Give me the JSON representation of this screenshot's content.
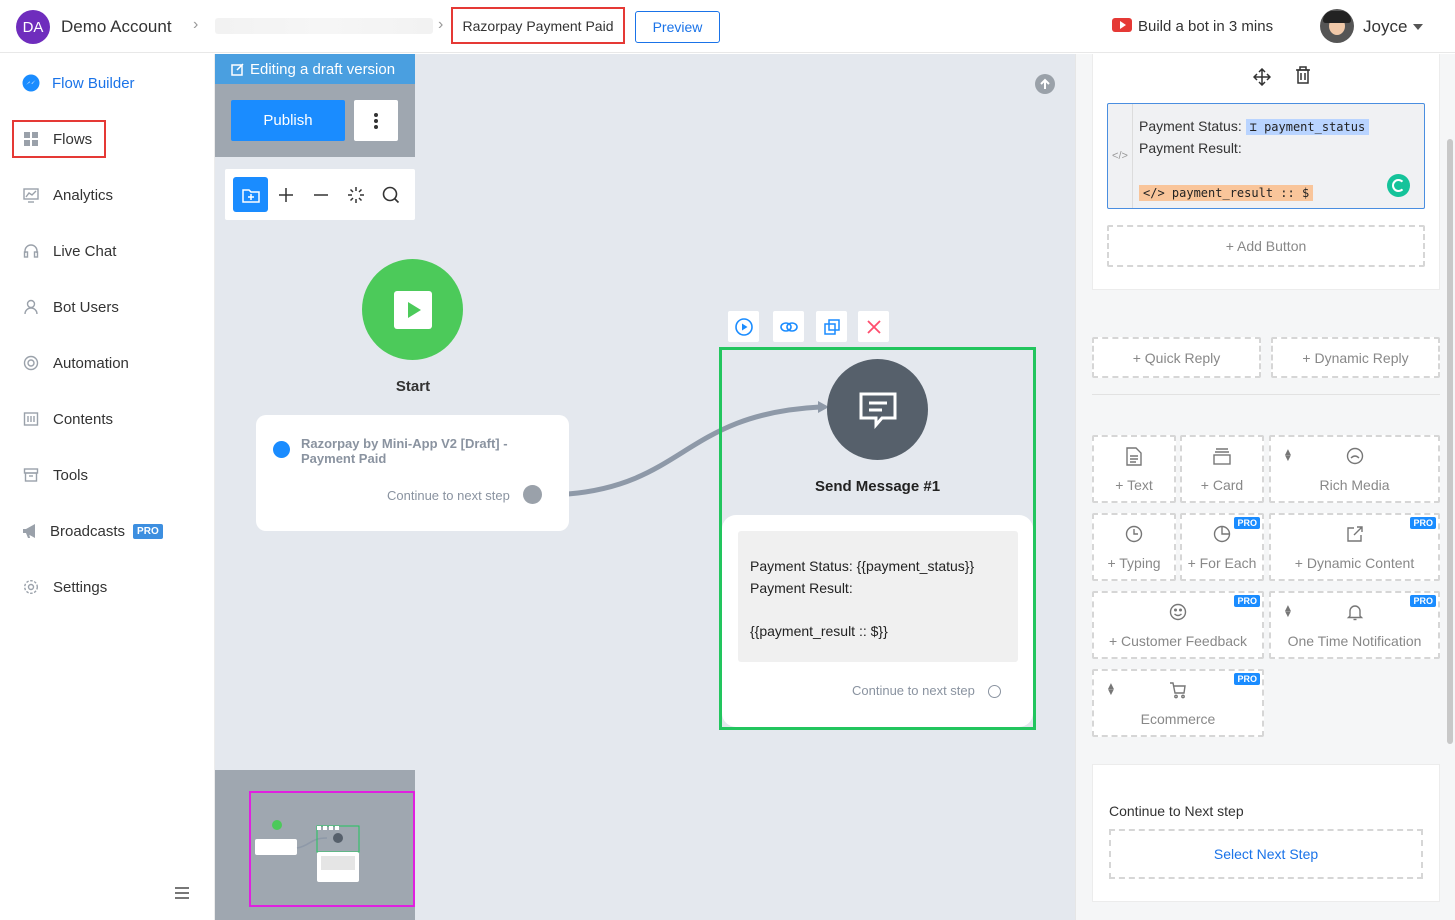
{
  "header": {
    "account_initials": "DA",
    "account_name": "Demo Account",
    "flow_title": "Razorpay Payment Paid",
    "preview_label": "Preview",
    "build_bot_label": "Build a bot in 3 mins",
    "user_name": "Joyce"
  },
  "sidebar": {
    "items": [
      {
        "label": "Flow Builder",
        "icon": "messenger-icon"
      },
      {
        "label": "Flows",
        "icon": "grid-icon"
      },
      {
        "label": "Analytics",
        "icon": "chart-icon"
      },
      {
        "label": "Live Chat",
        "icon": "headset-icon"
      },
      {
        "label": "Bot Users",
        "icon": "user-icon"
      },
      {
        "label": "Automation",
        "icon": "automation-icon"
      },
      {
        "label": "Contents",
        "icon": "contents-icon"
      },
      {
        "label": "Tools",
        "icon": "tools-icon"
      },
      {
        "label": "Broadcasts",
        "icon": "megaphone-icon",
        "badge": "PRO"
      },
      {
        "label": "Settings",
        "icon": "gear-icon"
      }
    ]
  },
  "canvas": {
    "draft_banner": "Editing a draft version",
    "publish_label": "Publish",
    "start_label": "Start",
    "trigger": {
      "title": "Razorpay by Mini-App V2 [Draft] - Payment Paid",
      "continue_label": "Continue to next step"
    },
    "message_node": {
      "title": "Send Message #1",
      "body_line1": "Payment Status: {{payment_status}}",
      "body_line2": "Payment Result:",
      "body_line3": "{{payment_result :: $}}",
      "continue_label": "Continue to next step"
    }
  },
  "panel": {
    "editor_line1_prefix": "Payment Status:",
    "editor_var1": "payment_status",
    "editor_line2": "Payment Result:",
    "editor_var2": "payment_result :: $",
    "add_button_label": "+ Add Button",
    "quick_reply_label": "+ Quick Reply",
    "dynamic_reply_label": "+ Dynamic Reply",
    "tiles": {
      "text": "+ Text",
      "card": "+ Card",
      "rich_media": "Rich Media",
      "typing": "+ Typing",
      "for_each": "+ For Each",
      "dynamic_content": "+ Dynamic Content",
      "customer_feedback": "+ Customer Feedback",
      "one_time_notification": "One Time Notification",
      "ecommerce": "Ecommerce"
    },
    "pro_badge": "PRO",
    "continue_title": "Continue to Next step",
    "select_next_label": "Select Next Step"
  },
  "colors": {
    "accent": "#1a8cff",
    "start_green": "#4cca5a",
    "selected_border": "#22c55e",
    "highlight_red": "#e53935"
  }
}
